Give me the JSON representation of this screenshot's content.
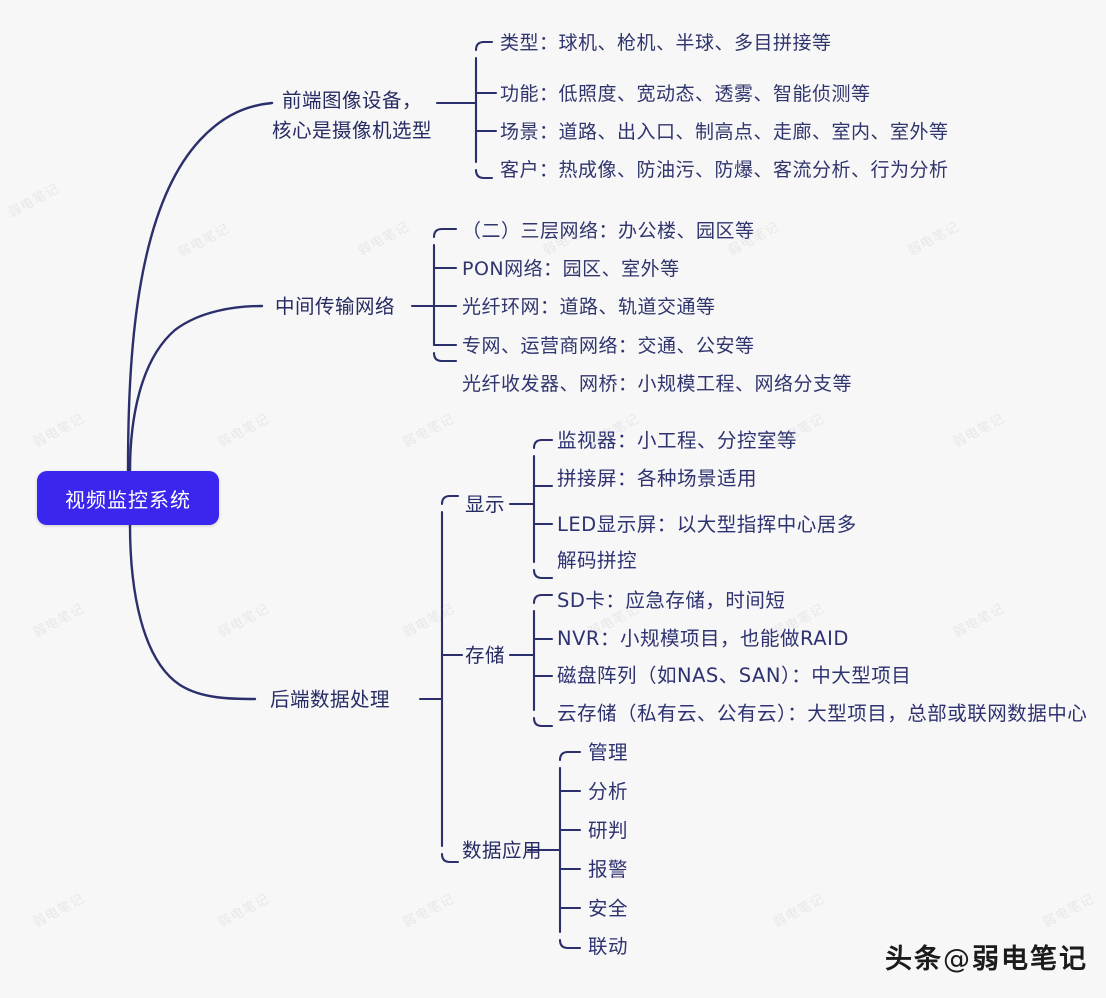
{
  "meta": {
    "root_color": "#3a26ef",
    "line_color": "#2b2f6b",
    "text_color": "#2b2f6b",
    "background": "#f7f7f7"
  },
  "root": {
    "label": "视频监控系统"
  },
  "branches": [
    {
      "id": "front-end",
      "label_line1": "前端图像设备，",
      "label_line2": "核心是摄像机选型",
      "children": [
        {
          "label": "类型：球机、枪机、半球、多目拼接等"
        },
        {
          "label": "功能：低照度、宽动态、透雾、智能侦测等"
        },
        {
          "label": "场景：道路、出入口、制高点、走廊、室内、室外等"
        },
        {
          "label": "客户：热成像、防油污、防爆、客流分析、行为分析"
        }
      ]
    },
    {
      "id": "transmission",
      "label": "中间传输网络",
      "children": [
        {
          "label": "（二）三层网络：办公楼、园区等"
        },
        {
          "label": "PON网络：园区、室外等"
        },
        {
          "label": "光纤环网：道路、轨道交通等"
        },
        {
          "label": "专网、运营商网络：交通、公安等"
        },
        {
          "label": "光纤收发器、网桥：小规模工程、网络分支等"
        }
      ]
    },
    {
      "id": "back-end",
      "label": "后端数据处理",
      "subgroups": [
        {
          "id": "display",
          "label": "显示",
          "children": [
            {
              "label": "监视器：小工程、分控室等"
            },
            {
              "label": "拼接屏：各种场景适用"
            },
            {
              "label": "LED显示屏：以大型指挥中心居多"
            },
            {
              "label": "解码拼控"
            }
          ]
        },
        {
          "id": "storage",
          "label": "存储",
          "children": [
            {
              "label": "SD卡：应急存储，时间短"
            },
            {
              "label": "NVR：小规模项目，也能做RAID"
            },
            {
              "label": "磁盘阵列（如NAS、SAN）：中大型项目"
            },
            {
              "label": "云存储（私有云、公有云）：大型项目，总部或联网数据中心"
            }
          ]
        },
        {
          "id": "data-application",
          "label": "数据应用",
          "children": [
            {
              "label": "管理"
            },
            {
              "label": "分析"
            },
            {
              "label": "研判"
            },
            {
              "label": "报警"
            },
            {
              "label": "安全"
            },
            {
              "label": "联动"
            }
          ]
        }
      ]
    }
  ],
  "watermarks": {
    "tile_text": "弱电笔记",
    "headline_prefix": "头条",
    "headline_at": "@",
    "headline_account": "弱电笔记"
  }
}
